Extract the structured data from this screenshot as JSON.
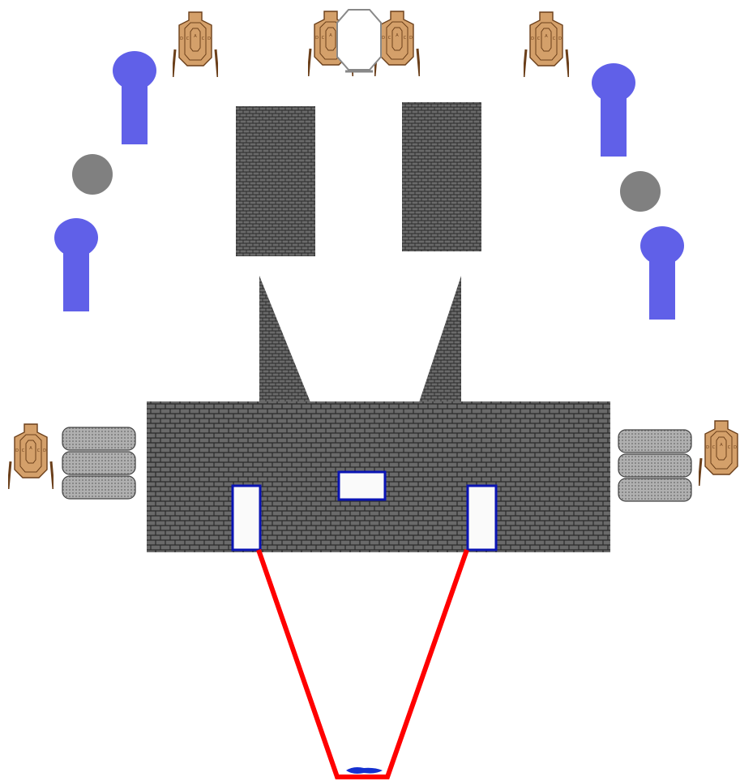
{
  "colors": {
    "wall_fill": "#6a6a6a",
    "wall_mortar": "#2a2a2a",
    "popper": "#6060e8",
    "steel_plate": "#808080",
    "target_face": "#d4a06a",
    "target_outline": "#6b3f1a",
    "target_stand": "#6b3f1a",
    "window_border": "#0a14b4",
    "window_fill": "#fafafa",
    "fault_line": "#ff0000",
    "start_marker": "#1430d0",
    "tire": "#9a9a9a"
  },
  "target_zone_letters": {
    "a": "A",
    "c": "C",
    "d": "D"
  },
  "icons": {
    "paper_target": "ipsc-cardboard-target-icon",
    "popper": "pepper-popper-icon",
    "steel_plate": "round-steel-plate-icon",
    "no_shoot": "no-shoot-octagon-icon",
    "tire_stack": "tire-barricade-icon",
    "start_position": "start-position-marker-icon"
  }
}
